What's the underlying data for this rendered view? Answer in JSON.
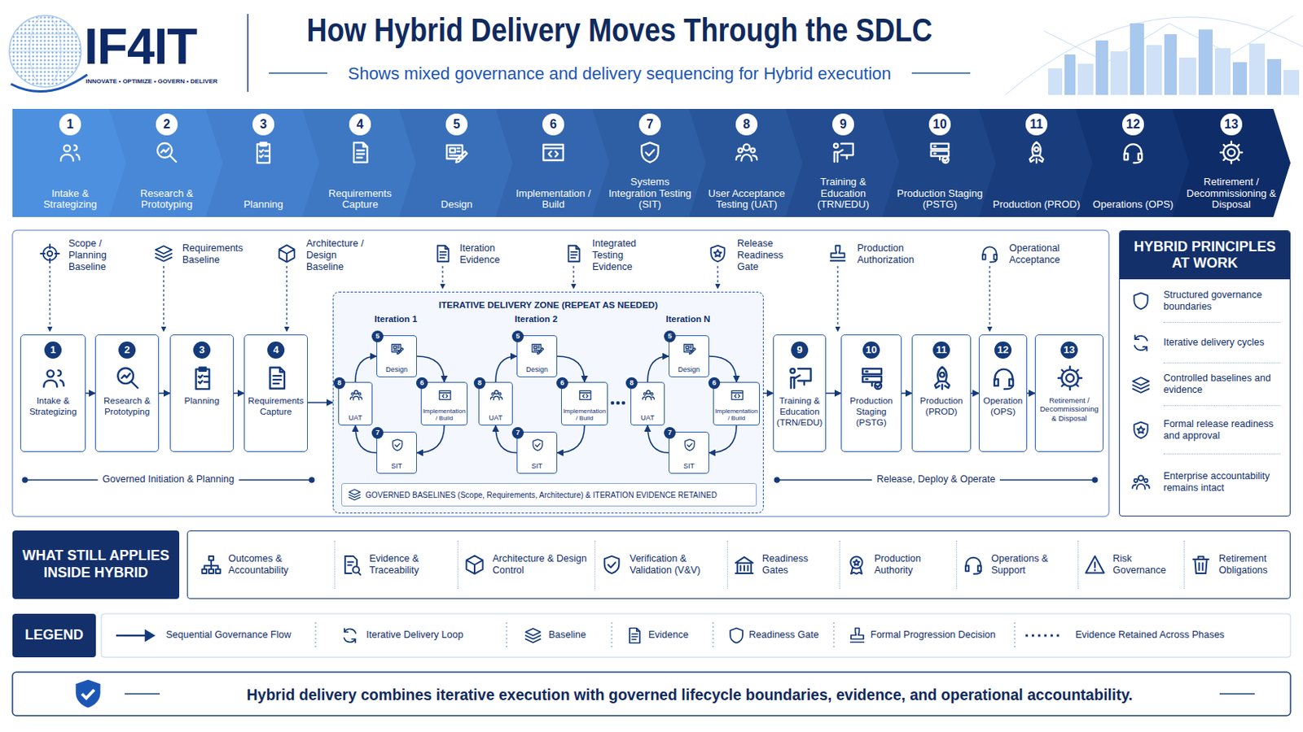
{
  "diagram": {
    "title": "How Hybrid Delivery Moves Through the SDLC",
    "caption": "Hybrid delivery combines iterative execution with governed lifecycle boundaries, evidence, and operational accountability.",
    "nodes": [
      {
        "text": [
          "1",
          "Intake & Strategizing"
        ]
      },
      {
        "text": [
          "2",
          "Research & Prototyping"
        ]
      },
      {
        "text": [
          "3",
          "Planning"
        ]
      },
      {
        "text": [
          "4",
          "Requirements Capture"
        ]
      },
      {
        "text": [
          "5",
          "Design"
        ]
      },
      {
        "text": [
          "6",
          "Implementation / Build"
        ]
      },
      {
        "text": [
          "7",
          "Systems Integration Testing (SIT)"
        ]
      },
      {
        "text": [
          "8",
          "User Acceptance Testing (UAT)"
        ]
      },
      {
        "text": [
          "9",
          "Training & Education (TRN/EDU)"
        ]
      },
      {
        "text": [
          "10",
          "Production Staging (PSTG)"
        ]
      },
      {
        "text": [
          "11",
          "Production (PROD)"
        ]
      },
      {
        "text": [
          "12",
          "Operations (OPS)"
        ]
      },
      {
        "text": [
          "13",
          "Retirement / Decommissioning & Disposal"
        ]
      },
      {
        "text": [
          "1",
          "Intake & Strategizing"
        ]
      },
      {
        "text": [
          "2",
          "Research & Prototyping"
        ]
      },
      {
        "text": [
          "3",
          "Planning"
        ]
      },
      {
        "text": [
          "4",
          "Requirements Capture"
        ]
      },
      {
        "text": [
          "ITERATIVE DELIVERY ZONE (REPEAT AS NEEDED)"
        ]
      },
      {
        "text": [
          "5",
          "Design"
        ],
        "in": 17
      },
      {
        "text": [
          "6",
          "Implementation / Build"
        ],
        "in": 17
      },
      {
        "text": [
          "7",
          "SIT"
        ],
        "in": 17
      },
      {
        "text": [
          "8",
          "UAT"
        ],
        "in": 17
      },
      {
        "text": [
          "5",
          "Design"
        ],
        "in": 17
      },
      {
        "text": [
          "6",
          "Implementation / Build"
        ],
        "in": 17
      },
      {
        "text": [
          "7",
          "SIT"
        ],
        "in": 17
      },
      {
        "text": [
          "8",
          "UAT"
        ],
        "in": 17
      },
      {
        "text": [
          "5",
          "Design"
        ],
        "in": 17
      },
      {
        "text": [
          "6",
          "Implementation / Build"
        ],
        "in": 17
      },
      {
        "text": [
          "7",
          "SIT"
        ],
        "in": 17
      },
      {
        "text": [
          "8",
          "UAT"
        ],
        "in": 17
      },
      {
        "text": [
          "GOVERNED BASELINES (Scope, Requirements, Architecture) & ITERATION EVIDENCE RETAINED"
        ],
        "in": 17
      },
      {
        "text": [
          "9",
          "Training & Education (TRN/EDU)"
        ]
      },
      {
        "text": [
          "10",
          "Production Staging (PSTG)"
        ]
      },
      {
        "text": [
          "11",
          "Production (PROD)"
        ]
      },
      {
        "text": [
          "12",
          "Operation (OPS)"
        ]
      },
      {
        "text": [
          "13",
          "Retirement / Decommissioning & Disposal"
        ]
      },
      {
        "text": [
          "HYBRID PRINCIPLES AT WORK",
          "Structured governance boundaries",
          "Iterative delivery cycles",
          "Controlled baselines and evidence",
          "Formal release readiness and approval",
          "Enterprise accountability remains intact"
        ]
      },
      {
        "text": [
          "WHAT STILL APPLIES INSIDE HYBRID"
        ]
      },
      {
        "text": [
          "Outcomes & Accountability",
          "Evidence & Traceability",
          "Architecture & Design Control",
          "Verification & Validation (V&V)",
          "Readiness Gates",
          "Production Authority",
          "Operations & Support",
          "Risk Governance",
          "Retirement Obligations"
        ]
      },
      {
        "text": [
          "LEGEND"
        ]
      }
    ],
    "edges": [
      {
        "from": 13,
        "to": 14,
        "arrow": "to"
      },
      {
        "from": 14,
        "to": 15,
        "arrow": "to"
      },
      {
        "from": 15,
        "to": 16,
        "arrow": "to"
      },
      {
        "from": 16,
        "to": 17,
        "arrow": "to"
      },
      {
        "from": 18,
        "to": 19,
        "arrow": "to"
      },
      {
        "from": 19,
        "to": 20,
        "arrow": "to"
      },
      {
        "from": 20,
        "to": 21,
        "arrow": "to"
      },
      {
        "from": 21,
        "to": 18,
        "arrow": "to"
      },
      {
        "from": 22,
        "to": 23,
        "arrow": "to"
      },
      {
        "from": 23,
        "to": 24,
        "arrow": "to"
      },
      {
        "from": 24,
        "to": 25,
        "arrow": "to"
      },
      {
        "from": 25,
        "to": 22,
        "arrow": "to"
      },
      {
        "from": 26,
        "to": 27,
        "arrow": "to"
      },
      {
        "from": 27,
        "to": 28,
        "arrow": "to"
      },
      {
        "from": 28,
        "to": 29,
        "arrow": "to"
      },
      {
        "from": 29,
        "to": 26,
        "arrow": "to"
      },
      {
        "from": 17,
        "to": 31,
        "arrow": "to"
      },
      {
        "from": 31,
        "to": 32,
        "arrow": "to"
      },
      {
        "from": 32,
        "to": 33,
        "arrow": "to"
      },
      {
        "from": 33,
        "to": 34,
        "arrow": "to"
      },
      {
        "from": 34,
        "to": 35,
        "arrow": "to"
      }
    ],
    "labels": [
      "IF4IT",
      "INNOVATE • OPTIMIZE • GOVERN • DELIVER",
      "Shows mixed governance and delivery sequencing for Hybrid execution",
      "Scope / Planning Baseline",
      "Requirements Baseline",
      "Architecture / Design Baseline",
      "Iteration Evidence",
      "Integrated Testing Evidence",
      "Release Readiness Gate",
      "Production Authorization",
      "Operational Acceptance",
      "Iteration 1",
      "Iteration 2",
      "Iteration N",
      "Governed Initiation & Planning",
      "Release, Deploy & Operate"
    ],
    "legend": [
      {
        "text": "Sequential Governance Flow"
      },
      {
        "text": "Iterative Delivery Loop"
      },
      {
        "text": "Baseline"
      },
      {
        "text": "Evidence"
      },
      {
        "text": "Readiness Gate"
      },
      {
        "text": "Formal Progression Decision"
      },
      {
        "text": "Evidence Retained Across Phases"
      }
    ]
  }
}
